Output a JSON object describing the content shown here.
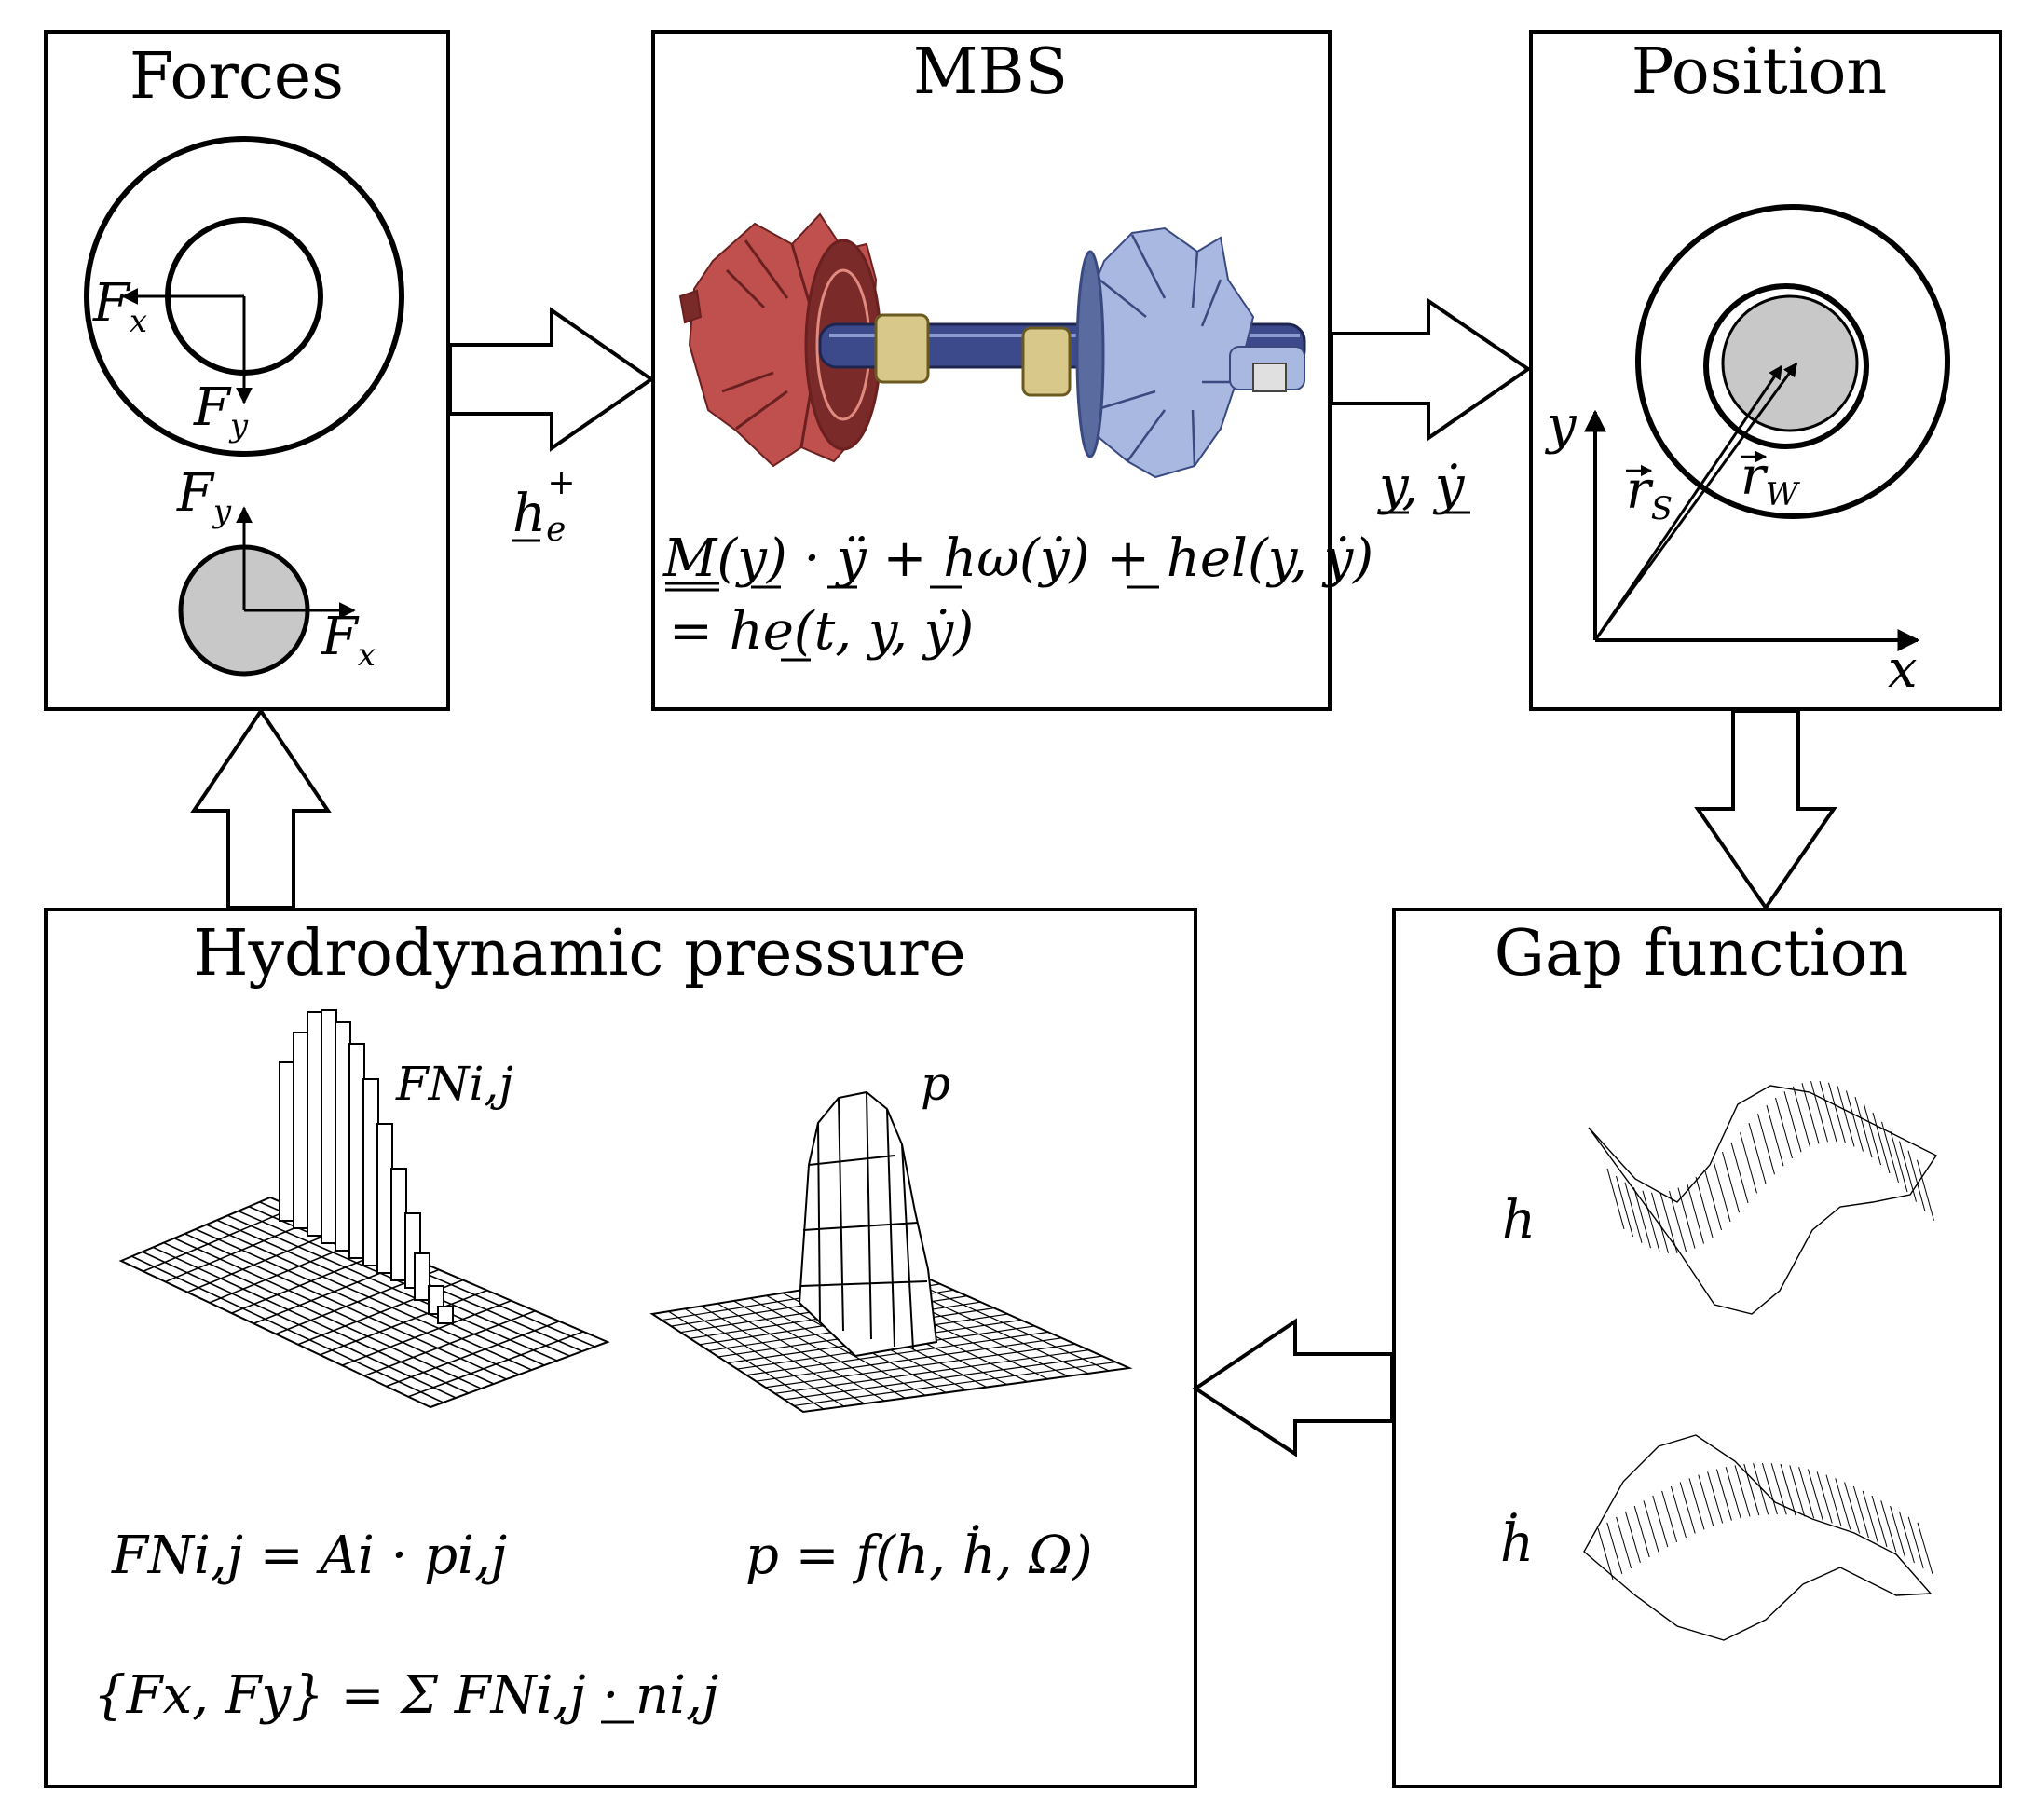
{
  "blocks": {
    "forces": {
      "title": "Forces",
      "Fx": "F",
      "Fx_sub": "x",
      "Fy": "F",
      "Fy_sub": "y"
    },
    "mbs": {
      "title": "MBS",
      "equation_line1": "M(y) · ÿ + hω(ẏ) + hel(y, ẏ)",
      "equation_line2": "=   he(t, y, ẏ)"
    },
    "position": {
      "title": "Position",
      "axis_y": "y",
      "axis_x": "x",
      "rS": "r",
      "rS_sub": "S",
      "rW": "r",
      "rW_sub": "W"
    },
    "gap": {
      "title": "Gap function",
      "h": "h",
      "hdot": "ḣ"
    },
    "hydro": {
      "title": "Hydrodynamic pressure",
      "FN_label": "FNi,j",
      "p_label": "p",
      "eq_force": "FNi,j = Ai · pi,j",
      "eq_pressure": "p = f(h, ḣ, Ω)",
      "eq_sum": "{Fx, Fy} = Σ FNi,j · ni,j"
    }
  },
  "arrows": {
    "forces_to_mbs": "h",
    "forces_to_mbs_sub": "e",
    "forces_to_mbs_sup": "+",
    "mbs_to_position": "y, ẏ"
  },
  "colors": {
    "compressor": "#c0504d",
    "compressor_dark": "#7a2a28",
    "turbine": "#a8b8e0",
    "turbine_dark": "#5a6ba0",
    "shaft": "#3c4a8c",
    "bearing": "#d8c98a",
    "journal_fill": "#c8c8c8"
  }
}
